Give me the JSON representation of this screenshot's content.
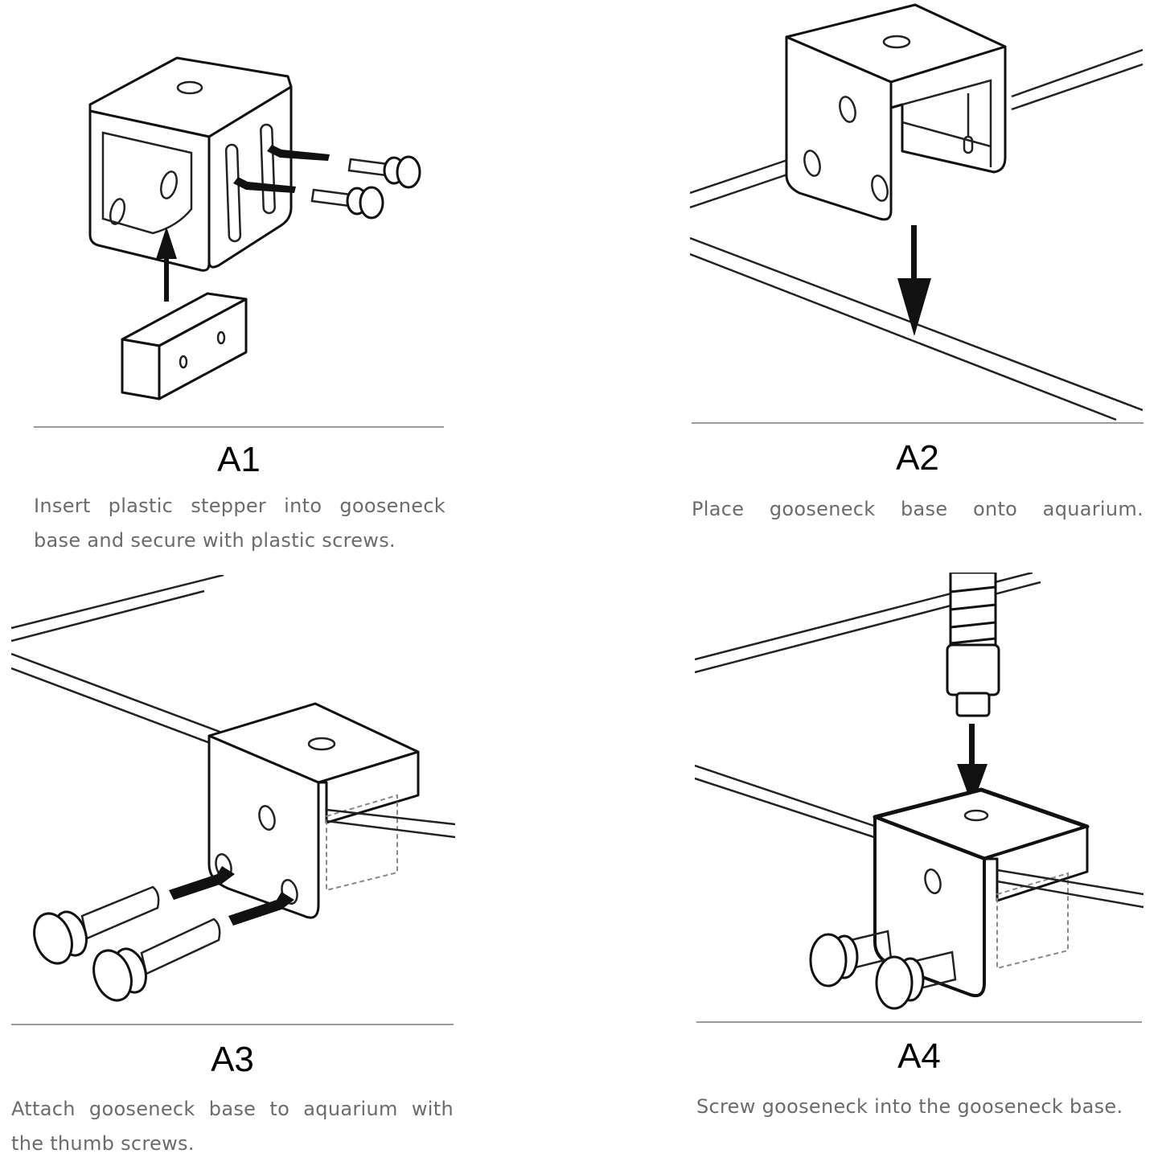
{
  "steps": [
    {
      "id": "A1",
      "label": "A1",
      "description": "Insert plastic stepper into gooseneck base and secure with plastic screws.",
      "illustration": "gooseneck-base-stepper-assembly"
    },
    {
      "id": "A2",
      "label": "A2",
      "description": "Place gooseneck base onto aquarium.",
      "illustration": "base-placed-on-aquarium-rim"
    },
    {
      "id": "A3",
      "label": "A3",
      "description": "Attach gooseneck base to aquarium with the thumb screws.",
      "illustration": "thumb-screws-attach-base"
    },
    {
      "id": "A4",
      "label": "A4",
      "description": "Screw gooseneck into the gooseneck base.",
      "illustration": "gooseneck-screwed-into-base"
    }
  ],
  "colors": {
    "label": "#000000",
    "description": "#6b6b6b",
    "divider": "#9a9a9a",
    "line_art": "#111111"
  }
}
